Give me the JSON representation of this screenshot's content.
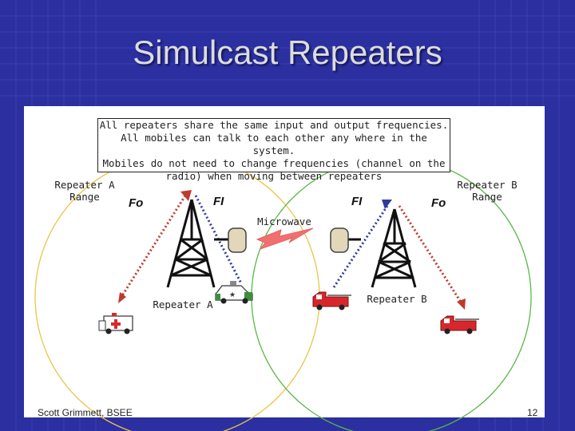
{
  "slide": {
    "title": "Simulcast Repeaters",
    "info_box": [
      "All repeaters share the same input and output frequencies.",
      "All mobiles can talk to each other any where in the system.",
      "Mobiles do not need to change frequencies (channel on the",
      "radio) when moving between repeaters"
    ],
    "range_a": [
      "Repeater A",
      "Range"
    ],
    "range_b": [
      "Repeater B",
      "Range"
    ],
    "freq_out": "Fo",
    "freq_in": "FI",
    "microwave_label": "Microwave",
    "repeater_a": "Repeater A",
    "repeater_b": "Repeater B",
    "author": "Scott Grimmett, BSEE",
    "page_number": "12"
  },
  "colors": {
    "background": "#2b2fa0",
    "range_a_circle": "#e8c64a",
    "range_b_circle": "#58b848",
    "output_link": "#c0392b",
    "input_link": "#2e3a9c",
    "microwave_bolt": "#f07070"
  },
  "icons": [
    "tower-icon",
    "dish-icon",
    "lightning-icon",
    "ambulance-icon",
    "police-car-icon",
    "fire-truck-icon"
  ]
}
